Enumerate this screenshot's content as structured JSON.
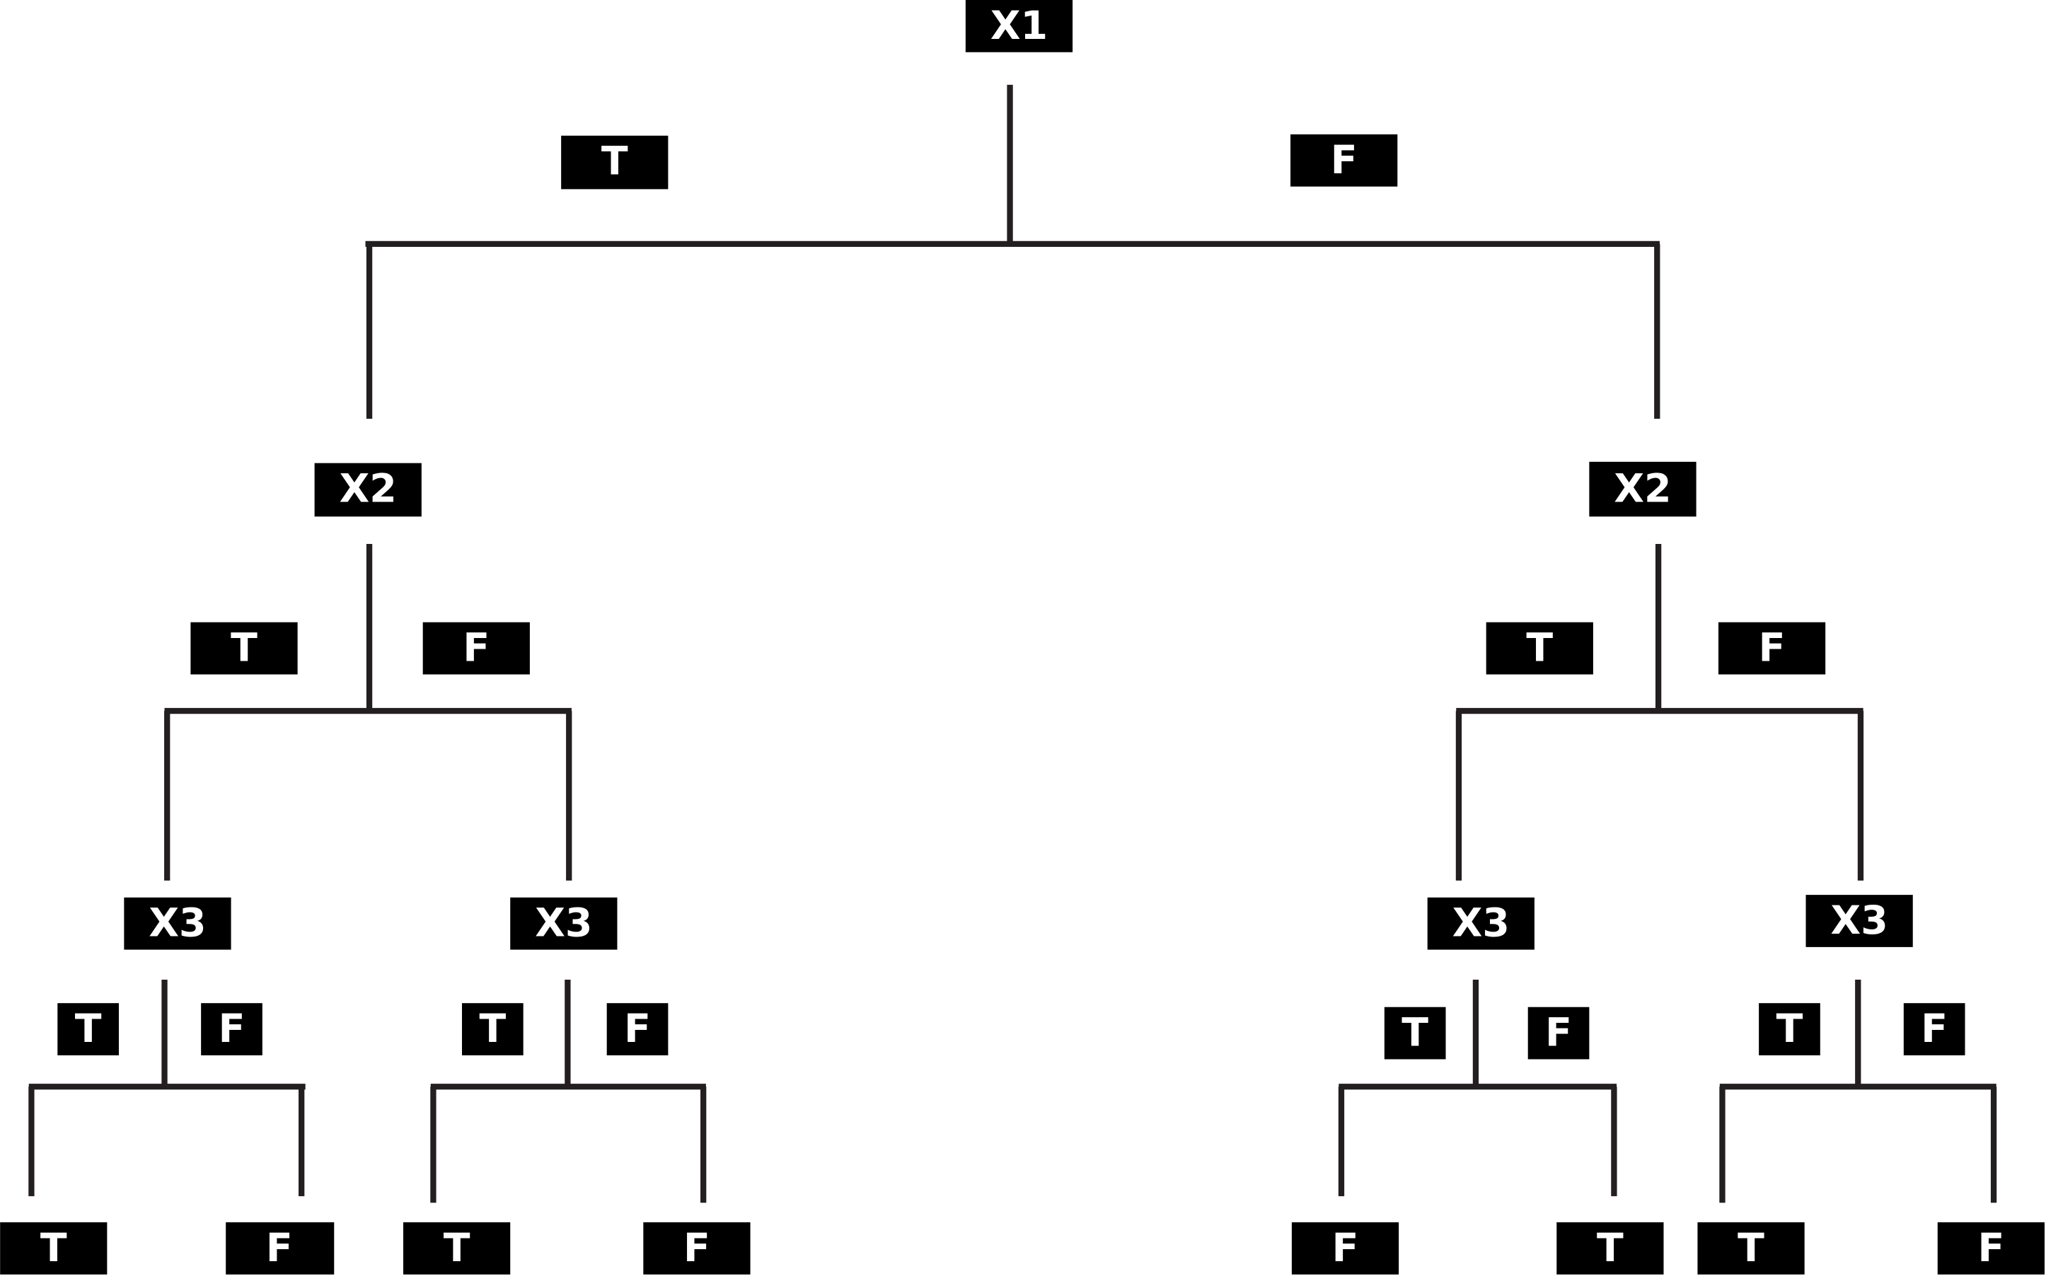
{
  "root": {
    "label": "X1",
    "edge_true": "T",
    "edge_false": "F",
    "left": {
      "label": "X2",
      "edge_true": "T",
      "edge_false": "F",
      "left": {
        "label": "X3",
        "edge_true": "T",
        "edge_false": "F",
        "leaf_true": "T",
        "leaf_false": "F"
      },
      "right": {
        "label": "X3",
        "edge_true": "T",
        "edge_false": "F",
        "leaf_true": "T",
        "leaf_false": "F"
      }
    },
    "right": {
      "label": "X2",
      "edge_true": "T",
      "edge_false": "F",
      "left": {
        "label": "X3",
        "edge_true": "T",
        "edge_false": "F",
        "leaf_true": "F",
        "leaf_false": "T"
      },
      "right": {
        "label": "X3",
        "edge_true": "T",
        "edge_false": "F",
        "leaf_true": "T",
        "leaf_false": "F"
      }
    }
  }
}
